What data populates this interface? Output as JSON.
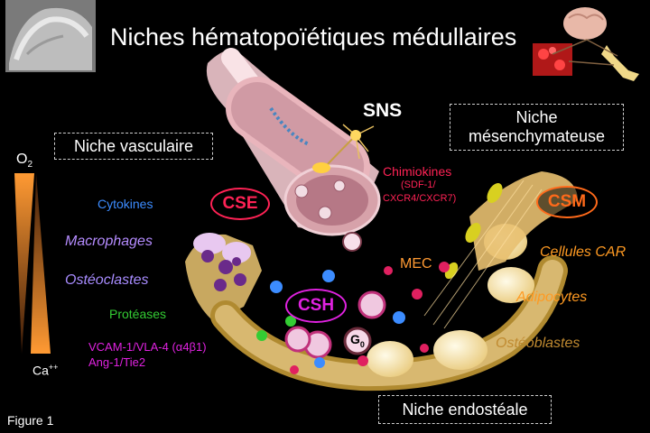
{
  "title": "Niches hématopoïétiques médullaires",
  "figure_label": "Figure 1",
  "niches": {
    "vascular": "Niche vasculaire",
    "mesenchymal_line1": "Niche",
    "mesenchymal_line2": "mésenchymateuse",
    "endosteal": "Niche endostéale"
  },
  "gradient": {
    "o2": "O",
    "o2_sub": "2",
    "ca": "Ca",
    "ca_sup": "++"
  },
  "nerve_label": "SNS",
  "cells": {
    "cse": "CSE",
    "csh": "CSH",
    "csm": "CSM",
    "g0": "G",
    "g0_sub": "0"
  },
  "left_labels": {
    "cytokines": "Cytokines",
    "macrophages": "Macrophages",
    "osteoclastes": "Ostéoclastes",
    "proteases": "Protéases",
    "adhesion_line1": "VCAM-1/VLA-4 (α4β1)",
    "adhesion_line2": "Ang-1/Tie2"
  },
  "center_labels": {
    "chemokines_title": "Chimiokines",
    "chemokines_line1": "(SDF-1/",
    "chemokines_line2": "CXCR4/CXCR7)",
    "mec": "MEC"
  },
  "right_labels": {
    "car": "Cellules CAR",
    "adipocytes": "Adipocytes",
    "osteoblastes": "Ostéoblastes"
  },
  "colors": {
    "cytokines": "#3c8cff",
    "macrophages": "#b58cff",
    "osteoclastes": "#a88cff",
    "proteases": "#33cc33",
    "adhesion": "#e022e0",
    "chemokines": "#ff2255",
    "mec": "#ff9a33",
    "right_labels": "#ff9a22",
    "cse": "#ff2255",
    "csh": "#e022e0",
    "csm": "#ff6a1a",
    "gradient": "#ff9a33"
  }
}
